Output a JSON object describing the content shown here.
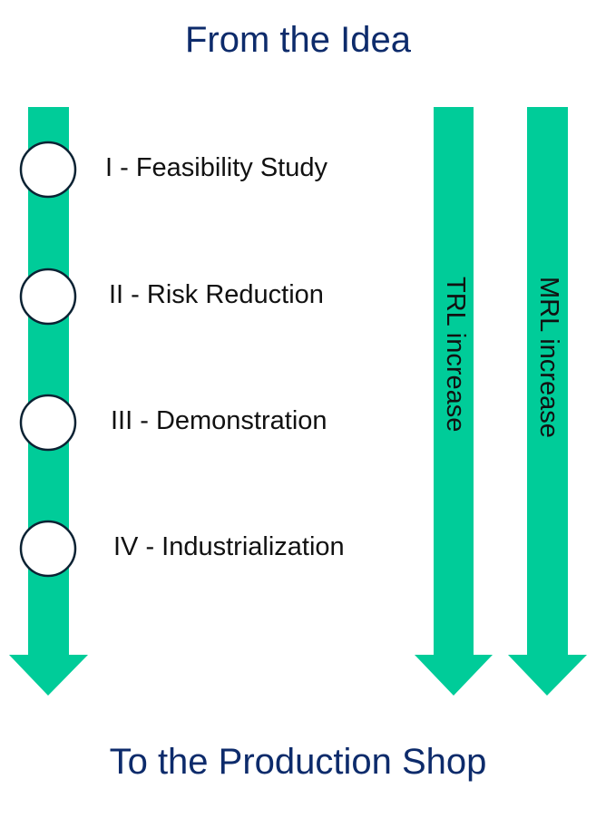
{
  "title_top": "From the Idea",
  "title_bottom": "To the Production Shop",
  "phases": [
    {
      "label": "I - Feasibility Study"
    },
    {
      "label": "II - Risk Reduction"
    },
    {
      "label": "III - Demonstration"
    },
    {
      "label": "IV - Industrialization"
    }
  ],
  "indicators": [
    {
      "label": "TRL increase"
    },
    {
      "label": "MRL increase"
    }
  ],
  "colors": {
    "arrow": "#00cc99",
    "title": "#0d2b6b",
    "circle_stroke": "#0b2233"
  }
}
